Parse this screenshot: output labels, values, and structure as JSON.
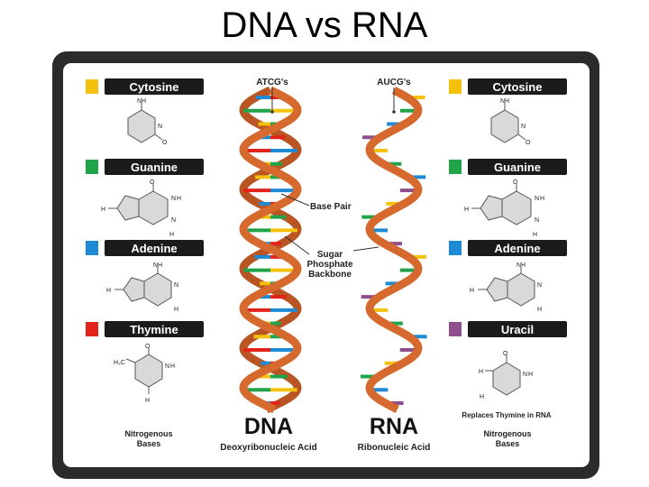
{
  "slide": {
    "title": "DNA vs RNA"
  },
  "colors": {
    "cytosine": "#f4c20d",
    "guanine": "#21a34a",
    "adenine": "#1f8ad4",
    "thymine": "#e2231a",
    "uracil": "#8e4f8c",
    "backbone": "#d66a2e",
    "label_bg": "#1b1b1b",
    "frame": "#2b2b2b"
  },
  "left_bases": [
    {
      "key": "cytosine",
      "label": "Cytosine"
    },
    {
      "key": "guanine",
      "label": "Guanine"
    },
    {
      "key": "adenine",
      "label": "Adenine"
    },
    {
      "key": "thymine",
      "label": "Thymine"
    }
  ],
  "right_bases": [
    {
      "key": "cytosine",
      "label": "Cytosine"
    },
    {
      "key": "guanine",
      "label": "Guanine"
    },
    {
      "key": "adenine",
      "label": "Adenine"
    },
    {
      "key": "uracil",
      "label": "Uracil"
    }
  ],
  "structure_text": {
    "cytosine_nh2": "NH",
    "cytosine_n": "N",
    "cytosine_o": "O",
    "guanine_h": "H",
    "guanine_n": "N",
    "guanine_o": "O",
    "adenine_nh2": "NH",
    "adenine_n": "N",
    "adenine_h": "H",
    "thymine_ch3": "H₃C",
    "thymine_o": "O",
    "thymine_n": "N",
    "thymine_h": "H"
  },
  "dna": {
    "label": "ATCG's",
    "name": "DNA",
    "full_name": "Deoxyribonucleic Acid",
    "rungs": [
      "thymine",
      "cytosine",
      "guanine",
      "adenine",
      "thymine",
      "cytosine",
      "guanine",
      "adenine",
      "thymine",
      "cytosine",
      "guanine",
      "adenine",
      "thymine",
      "cytosine",
      "guanine",
      "adenine",
      "thymine",
      "cytosine",
      "guanine",
      "adenine",
      "thymine",
      "cytosine",
      "guanine",
      "adenine"
    ]
  },
  "rna": {
    "label": "AUCG's",
    "name": "RNA",
    "full_name": "Ribonucleic Acid",
    "rungs": [
      "cytosine",
      "guanine",
      "adenine",
      "uracil",
      "cytosine",
      "guanine",
      "adenine",
      "uracil",
      "cytosine",
      "guanine",
      "adenine",
      "uracil",
      "cytosine",
      "guanine",
      "adenine",
      "uracil",
      "cytosine",
      "guanine",
      "adenine",
      "uracil",
      "cytosine",
      "guanine",
      "adenine",
      "uracil"
    ]
  },
  "callouts": {
    "base_pair": "Base Pair",
    "backbone_1": "Sugar",
    "backbone_2": "Phosphate",
    "backbone_3": "Backbone"
  },
  "footers": {
    "left": [
      "Nitrogenous",
      "Bases"
    ],
    "right_note": "Replaces Thymine in RNA",
    "right": [
      "Nitrogenous",
      "Bases"
    ]
  }
}
